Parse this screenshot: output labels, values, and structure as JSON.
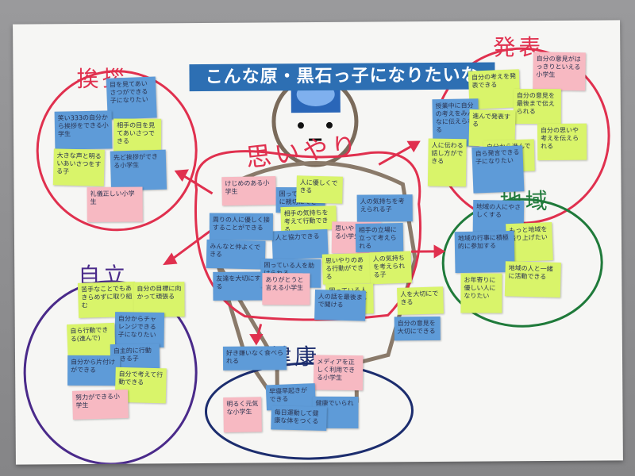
{
  "poster": {
    "title": "こんな原・黒石っ子になりたいな",
    "center_theme": "思いやり",
    "sections": {
      "aisatsu": "挨拶",
      "happyou": "発表",
      "jiritsu": "自立",
      "chiiki": "地域",
      "kenkou": "健康"
    }
  },
  "notes": [
    {
      "id": "n1",
      "color": "blue",
      "text": "目を見てあいさつができる子になりたい"
    },
    {
      "id": "n2",
      "color": "blue",
      "text": "笑い333の自分から挨拶をできる小学生"
    },
    {
      "id": "n3",
      "color": "green",
      "text": "相手の目を見てあいさつできる"
    },
    {
      "id": "n4",
      "color": "green",
      "text": "大きな声と明るいあいさつをする子"
    },
    {
      "id": "n5",
      "color": "blue",
      "text": "先ど挨拶ができる小学生"
    },
    {
      "id": "n6",
      "color": "pink",
      "text": "礼儀正しい小学生"
    },
    {
      "id": "n7",
      "color": "pink",
      "text": "自分の意見がはっきりといえる小学生"
    },
    {
      "id": "n8",
      "color": "green",
      "text": "自分の考えを発表できる"
    },
    {
      "id": "n9",
      "color": "blue",
      "text": "授業中に自分の考えをみんなに伝えられる"
    },
    {
      "id": "n10",
      "color": "green",
      "text": "自分の意見を最後まで伝えられる"
    },
    {
      "id": "n11",
      "color": "green",
      "text": "進んで発表する"
    },
    {
      "id": "n12",
      "color": "green",
      "text": "自分から進んで発表できる"
    },
    {
      "id": "n13",
      "color": "green",
      "text": "自分の思いや考えを伝えられる"
    },
    {
      "id": "n14",
      "color": "green",
      "text": "人に伝わる話し方ができる"
    },
    {
      "id": "n15",
      "color": "blue",
      "text": "自ら発言できる子になりたい"
    },
    {
      "id": "n16",
      "color": "pink",
      "text": "けじめのある小学生"
    },
    {
      "id": "n17",
      "color": "blue",
      "text": "困っている人に親切にできる"
    },
    {
      "id": "n18",
      "color": "green",
      "text": "人に優しくできる"
    },
    {
      "id": "n19",
      "color": "green",
      "text": "相手の気持ちを考えて行動できる"
    },
    {
      "id": "n20",
      "color": "blue",
      "text": "人の気持ちを考えられる子"
    },
    {
      "id": "n21",
      "color": "pink",
      "text": "思いやりのある小学生"
    },
    {
      "id": "n22",
      "color": "blue",
      "text": "人と協力できる"
    },
    {
      "id": "n23",
      "color": "blue",
      "text": "相手の立場に立って考えられる"
    },
    {
      "id": "n24",
      "color": "blue",
      "text": "周りの人に優しく接することができる"
    },
    {
      "id": "n25",
      "color": "blue",
      "text": "みんなと仲よくできる"
    },
    {
      "id": "n26",
      "color": "green",
      "text": "思いやりのある行動ができる"
    },
    {
      "id": "n27",
      "color": "blue",
      "text": "友達を大切にする"
    },
    {
      "id": "n28",
      "color": "blue",
      "text": "困っている人を助けられる"
    },
    {
      "id": "n29",
      "color": "green",
      "text": "人の気持ちを考えられる子"
    },
    {
      "id": "n30",
      "color": "green",
      "text": "困っている人に声をかけられる"
    },
    {
      "id": "n31",
      "color": "pink",
      "text": "ありがとうと言える小学生"
    },
    {
      "id": "n32",
      "color": "blue",
      "text": "人の話を最後まで聞ける"
    },
    {
      "id": "n33",
      "color": "green",
      "text": "人を大切にできる"
    },
    {
      "id": "n34",
      "color": "blue",
      "text": "自分の意見を大切にできる"
    },
    {
      "id": "n35",
      "color": "blue",
      "text": "地域の人にやさしくする"
    },
    {
      "id": "n36",
      "color": "green",
      "text": "もっと地域を盛り上げたい"
    },
    {
      "id": "n37",
      "color": "blue",
      "text": "地域の行事に積極的に参加する"
    },
    {
      "id": "n38",
      "color": "green",
      "text": "お年寄りに優しい人になりたい"
    },
    {
      "id": "n39",
      "color": "green",
      "text": "地域の人と一緒に活動できる"
    },
    {
      "id": "n40",
      "color": "green",
      "text": "苦手なことでもあきらめずに取り組む"
    },
    {
      "id": "n41",
      "color": "green",
      "text": "自分の目標に向かって頑張る"
    },
    {
      "id": "n42",
      "color": "blue",
      "text": "自分からチャレンジできる子になりたい"
    },
    {
      "id": "n43",
      "color": "green",
      "text": "自ら行動できる(進んで)"
    },
    {
      "id": "n44",
      "color": "blue",
      "text": "自主的に行動できる子"
    },
    {
      "id": "n45",
      "color": "blue",
      "text": "自分から片付けができる"
    },
    {
      "id": "n46",
      "color": "green",
      "text": "自分で考えて行動できる"
    },
    {
      "id": "n47",
      "color": "pink",
      "text": "努力ができる小学生"
    },
    {
      "id": "n48",
      "color": "blue",
      "text": "好き嫌いなく食べられる"
    },
    {
      "id": "n49",
      "color": "pink",
      "text": "メディアを正しく利用できる小学生"
    },
    {
      "id": "n50",
      "color": "blue",
      "text": "早寝早起きができる"
    },
    {
      "id": "n51",
      "color": "pink",
      "text": "明るく元気な小学生"
    },
    {
      "id": "n52",
      "color": "blue",
      "text": "健康でいられる"
    },
    {
      "id": "n53",
      "color": "blue",
      "text": "毎日運動して健康な体をつくる"
    }
  ],
  "colors": {
    "sticky_blue": "#5e9bd8",
    "sticky_green": "#d9f46a",
    "sticky_pink": "#f7b9c2",
    "banner_blue": "#2d6fb3",
    "marker_red": "#e0304e",
    "marker_purple": "#4a2a8a",
    "marker_green": "#1f7a3a",
    "marker_navy": "#1c2d6e",
    "marker_brown": "#7a5a3a"
  }
}
